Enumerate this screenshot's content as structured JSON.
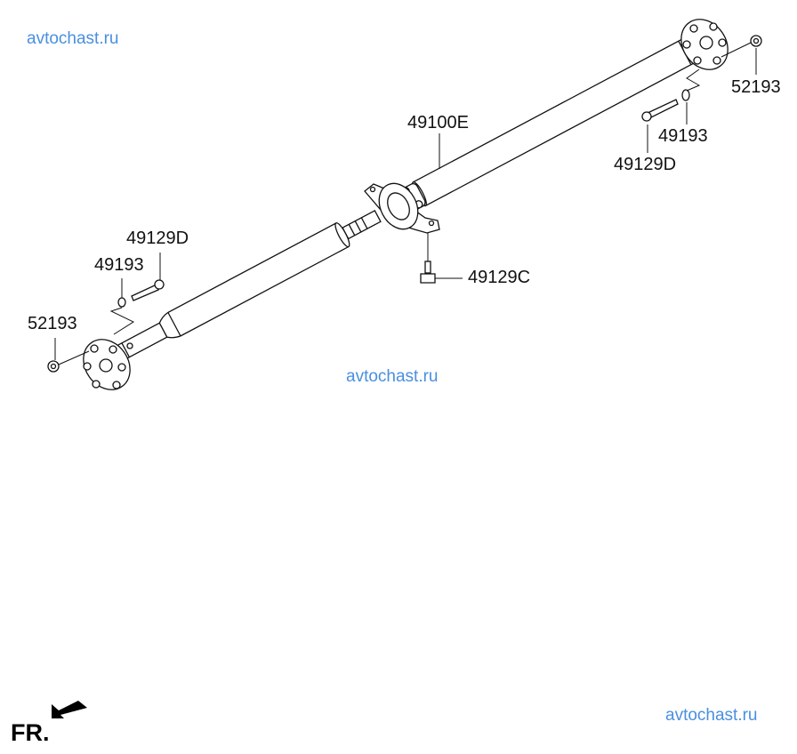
{
  "watermarks": [
    "avtochast.ru",
    "avtochast.ru",
    "avtochast.ru"
  ],
  "labels": {
    "shaft": "49100E",
    "rear_bolt": "49129D",
    "rear_washer": "49193",
    "rear_nut": "52193",
    "bearing_bolt": "49129C",
    "front_bolt": "49129D",
    "front_washer": "49193",
    "front_nut": "52193"
  },
  "direction": {
    "text": "FR."
  },
  "colors": {
    "watermark": "#4a8fe0",
    "line": "#111111"
  }
}
